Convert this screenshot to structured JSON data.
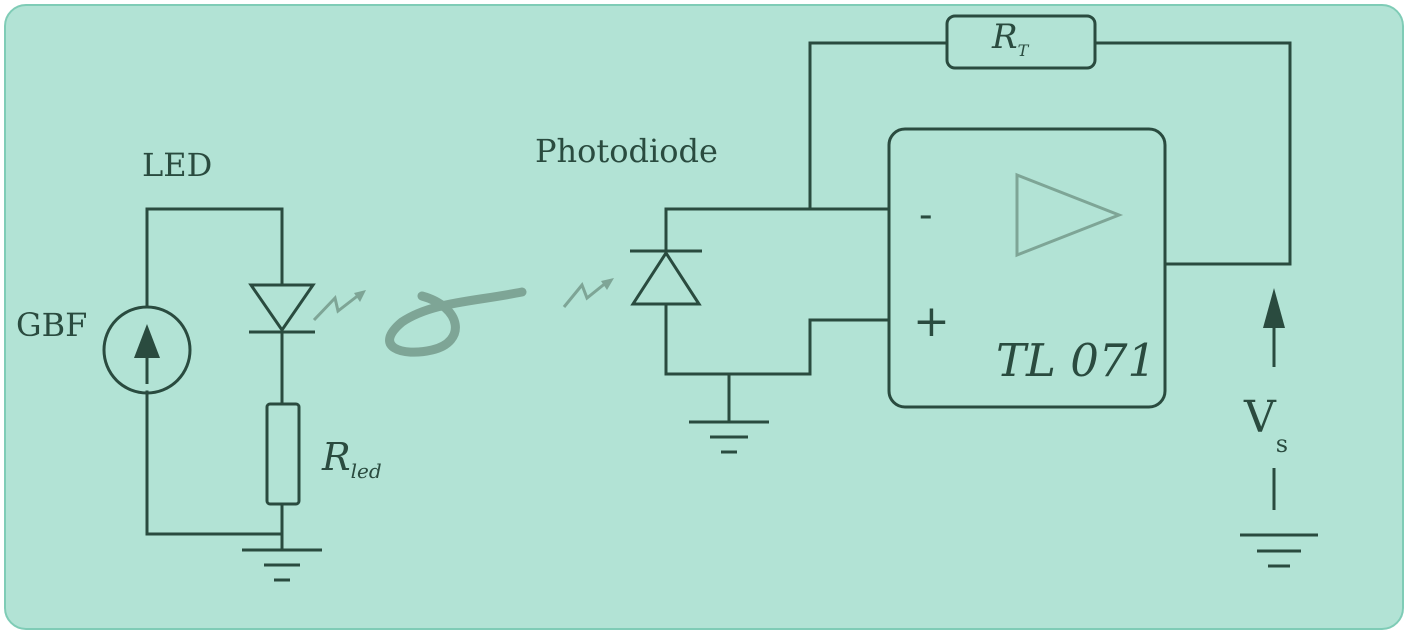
{
  "labels": {
    "led": "LED",
    "gbf": "GBF",
    "r_led_main": "R",
    "r_led_sub": "led",
    "photodiode": "Photodiode",
    "r_t_main": "R",
    "r_t_sub": "T",
    "minus": "-",
    "plus": "+",
    "opamp": "TL 071",
    "vs_main": "V",
    "vs_sub": "s"
  },
  "colors": {
    "background": "#b2e3d5",
    "border": "#7fccb6",
    "ink": "#2a4b3f",
    "faint": "#7ea596"
  }
}
